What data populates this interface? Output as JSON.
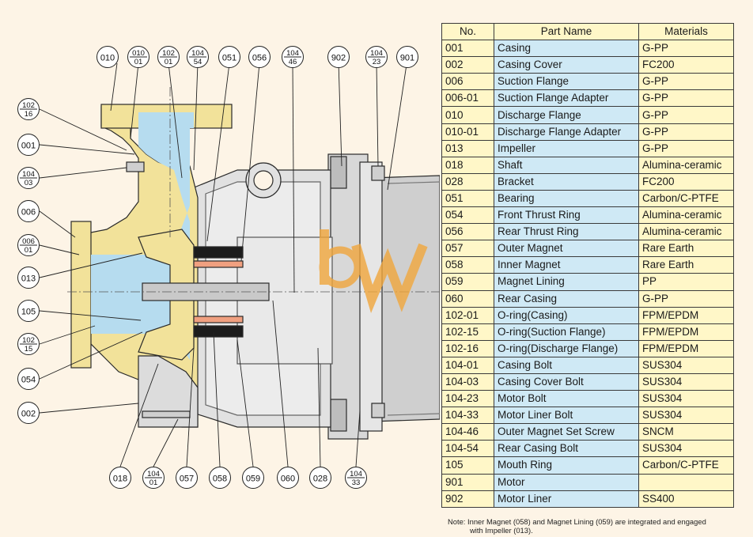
{
  "table": {
    "headers": [
      "No.",
      "Part Name",
      "Materials"
    ],
    "rows": [
      [
        "001",
        "Casing",
        "G-PP"
      ],
      [
        "002",
        "Casing Cover",
        "FC200"
      ],
      [
        "006",
        "Suction Flange",
        "G-PP"
      ],
      [
        "006-01",
        "Suction Flange Adapter",
        "G-PP"
      ],
      [
        "010",
        "Discharge Flange",
        "G-PP"
      ],
      [
        "010-01",
        "Discharge Flange Adapter",
        "G-PP"
      ],
      [
        "013",
        "Impeller",
        "G-PP"
      ],
      [
        "018",
        "Shaft",
        "Alumina-ceramic"
      ],
      [
        "028",
        "Bracket",
        "FC200"
      ],
      [
        "051",
        "Bearing",
        "Carbon/C-PTFE"
      ],
      [
        "054",
        "Front Thrust Ring",
        "Alumina-ceramic"
      ],
      [
        "056",
        "Rear Thrust Ring",
        "Alumina-ceramic"
      ],
      [
        "057",
        "Outer Magnet",
        "Rare Earth"
      ],
      [
        "058",
        "Inner Magnet",
        "Rare Earth"
      ],
      [
        "059",
        "Magnet Lining",
        "PP"
      ],
      [
        "060",
        "Rear Casing",
        "G-PP"
      ],
      [
        "102-01",
        "O-ring(Casing)",
        "FPM/EPDM"
      ],
      [
        "102-15",
        "O-ring(Suction Flange)",
        "FPM/EPDM"
      ],
      [
        "102-16",
        "O-ring(Discharge Flange)",
        "FPM/EPDM"
      ],
      [
        "104-01",
        "Casing Bolt",
        "SUS304"
      ],
      [
        "104-03",
        "Casing Cover Bolt",
        "SUS304"
      ],
      [
        "104-23",
        "Motor Bolt",
        "SUS304"
      ],
      [
        "104-33",
        "Motor Liner Bolt",
        "SUS304"
      ],
      [
        "104-46",
        "Outer Magnet Set Screw",
        "SNCM"
      ],
      [
        "104-54",
        "Rear Casing Bolt",
        "SUS304"
      ],
      [
        "105",
        "Mouth Ring",
        "Carbon/C-PTFE"
      ],
      [
        "901",
        "Motor",
        ""
      ],
      [
        "902",
        "Motor Liner",
        "SS400"
      ]
    ]
  },
  "note": {
    "line1": "Note: Inner Magnet (058) and Magnet Lining (059) are integrated and engaged",
    "line2": "with Impeller (013)."
  },
  "callouts": {
    "c010": "010",
    "c010_01": [
      "010",
      "01"
    ],
    "c102_01": [
      "102",
      "01"
    ],
    "c104_54": [
      "104",
      "54"
    ],
    "c051": "051",
    "c056": "056",
    "c104_46": [
      "104",
      "46"
    ],
    "c902": "902",
    "c104_23": [
      "104",
      "23"
    ],
    "c901": "901",
    "c102_16": [
      "102",
      "16"
    ],
    "c001": "001",
    "c104_03": [
      "104",
      "03"
    ],
    "c006": "006",
    "c006_01": [
      "006",
      "01"
    ],
    "c013": "013",
    "c105": "105",
    "c102_15": [
      "102",
      "15"
    ],
    "c054": "054",
    "c002": "002",
    "c018": "018",
    "c104_01": [
      "104",
      "01"
    ],
    "c057": "057",
    "c058": "058",
    "c059": "059",
    "c060": "060",
    "c028": "028",
    "c104_33": [
      "104",
      "33"
    ]
  },
  "colors": {
    "casing_yellow": "#f2e29a",
    "fluid_blue": "#b6dcef",
    "bracket_gray": "#dcdcdc",
    "motor_gray": "#cfcfcf",
    "watermark_orange": "#f0a63c"
  },
  "watermark_text": "bw"
}
